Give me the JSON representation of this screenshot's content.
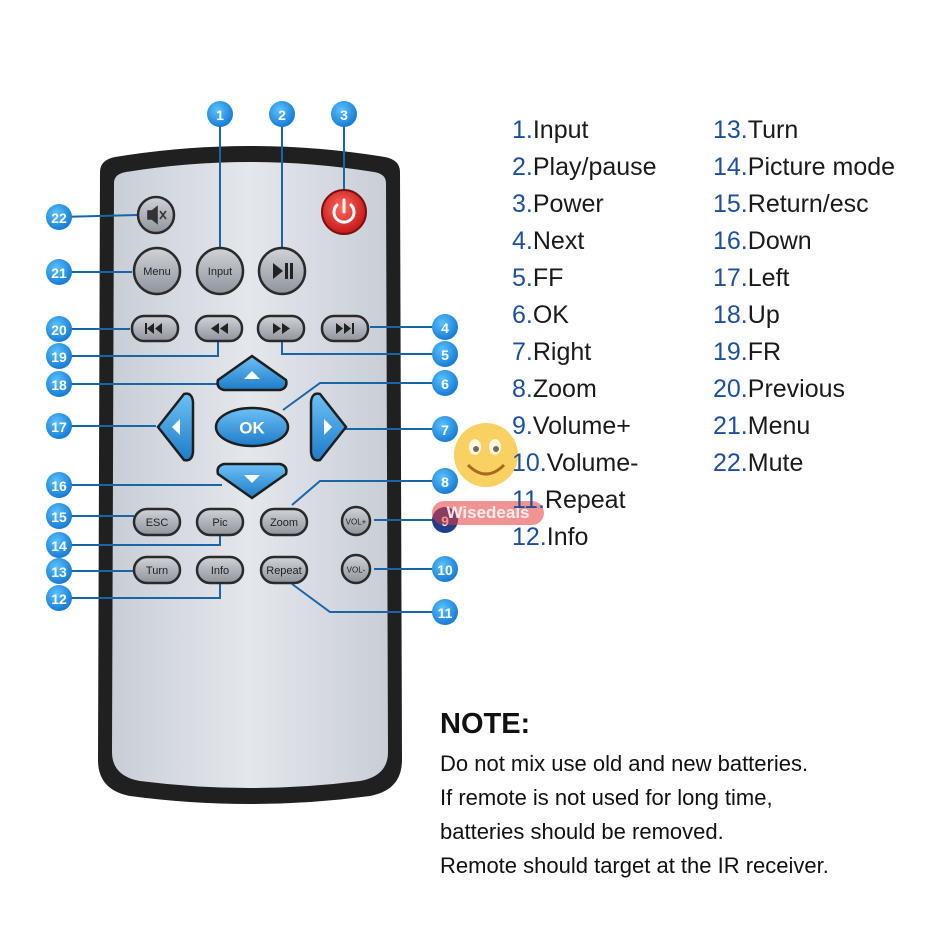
{
  "remote": {
    "buttons": {
      "mute_icon": "mute-icon",
      "menu": "Menu",
      "input": "Input",
      "play_pause_icon": "play-pause-icon",
      "power_icon": "power-icon",
      "previous_icon": "previous-icon",
      "fr_icon": "rewind-icon",
      "ff_icon": "fast-forward-icon",
      "next_icon": "next-icon",
      "up_icon": "arrow-up-icon",
      "left_icon": "arrow-left-icon",
      "ok": "OK",
      "right_icon": "arrow-right-icon",
      "down_icon": "arrow-down-icon",
      "esc": "ESC",
      "pic": "Pic",
      "zoom": "Zoom",
      "vol_plus": "VOL+",
      "turn": "Turn",
      "info": "Info",
      "repeat": "Repeat",
      "vol_minus": "VOL-"
    },
    "callouts": [
      "1",
      "2",
      "3",
      "4",
      "5",
      "6",
      "7",
      "8",
      "9",
      "10",
      "11",
      "12",
      "13",
      "14",
      "15",
      "16",
      "17",
      "18",
      "19",
      "20",
      "21",
      "22"
    ],
    "colors": {
      "callout": "#1d8fe0",
      "line": "#1a64a8",
      "power": "#e22a2a",
      "nav": "#2f8fd6",
      "body": "#d9dde3",
      "frame": "#1f1f1f"
    }
  },
  "legend": {
    "left": [
      {
        "num": "1.",
        "label": "Input"
      },
      {
        "num": "2.",
        "label": "Play/pause"
      },
      {
        "num": "3.",
        "label": "Power"
      },
      {
        "num": "4.",
        "label": "Next"
      },
      {
        "num": "5.",
        "label": "FF"
      },
      {
        "num": "6.",
        "label": "OK"
      },
      {
        "num": "7.",
        "label": "Right"
      },
      {
        "num": "8.",
        "label": "Zoom"
      },
      {
        "num": "9.",
        "label": "Volume+"
      },
      {
        "num": "10.",
        "label": "Volume-"
      },
      {
        "num": "11.",
        "label": "Repeat"
      },
      {
        "num": "12.",
        "label": "Info"
      }
    ],
    "right": [
      {
        "num": "13.",
        "label": "Turn"
      },
      {
        "num": "14.",
        "label": "Picture mode"
      },
      {
        "num": "15.",
        "label": "Return/esc"
      },
      {
        "num": "16.",
        "label": "Down"
      },
      {
        "num": "17.",
        "label": "Left"
      },
      {
        "num": "18.",
        "label": "Up"
      },
      {
        "num": "19.",
        "label": "FR"
      },
      {
        "num": "20.",
        "label": "Previous"
      },
      {
        "num": "21.",
        "label": "Menu"
      },
      {
        "num": "22.",
        "label": "Mute"
      }
    ]
  },
  "note": {
    "title": "NOTE:",
    "lines": [
      "Do not mix use old and new batteries.",
      "If remote is not used for long time,",
      "batteries should be removed.",
      "Remote should target at the IR receiver."
    ]
  },
  "watermark": {
    "text": "Wisedeals"
  }
}
